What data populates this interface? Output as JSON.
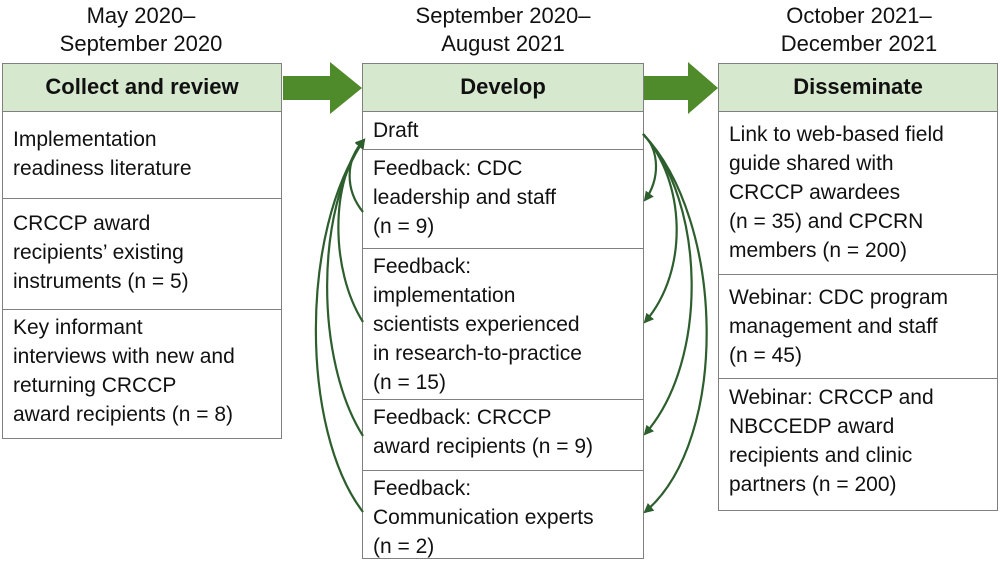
{
  "columns": [
    {
      "period": "May 2020–\nSeptember 2020",
      "header": "Collect and review",
      "items": [
        "Implementation\nreadiness literature",
        "CRCCP award\nrecipients’ existing\ninstruments (n = 5)",
        "Key informant\ninterviews with new and\nreturning CRCCP\naward recipients (n = 8)"
      ]
    },
    {
      "period": "September 2020–\nAugust 2021",
      "header": "Develop",
      "items": [
        "Draft",
        "Feedback: CDC\nleadership and staff\n(n = 9)",
        "Feedback:\nimplementation\nscientists experienced\nin research-to-practice\n(n = 15)",
        "Feedback: CRCCP\naward recipients (n = 9)",
        "Feedback:\nCommunication experts\n(n = 2)"
      ]
    },
    {
      "period": "October 2021–\nDecember 2021",
      "header": "Disseminate",
      "items": [
        "Link to web-based field\nguide shared with\nCRCCP awardees\n(n = 35) and CPCRN\nmembers (n = 200)",
        "Webinar: CDC program\nmanagement and staff\n(n = 45)",
        "Webinar: CRCCP and\nNBCCEDP award\nrecipients and clinic\npartners (n = 200)"
      ]
    }
  ],
  "colors": {
    "header_fill": "#d6e8cd",
    "arrow_green": "#4f8a2b",
    "feedback_arrow": "#2d5e2d",
    "border": "#808080"
  }
}
